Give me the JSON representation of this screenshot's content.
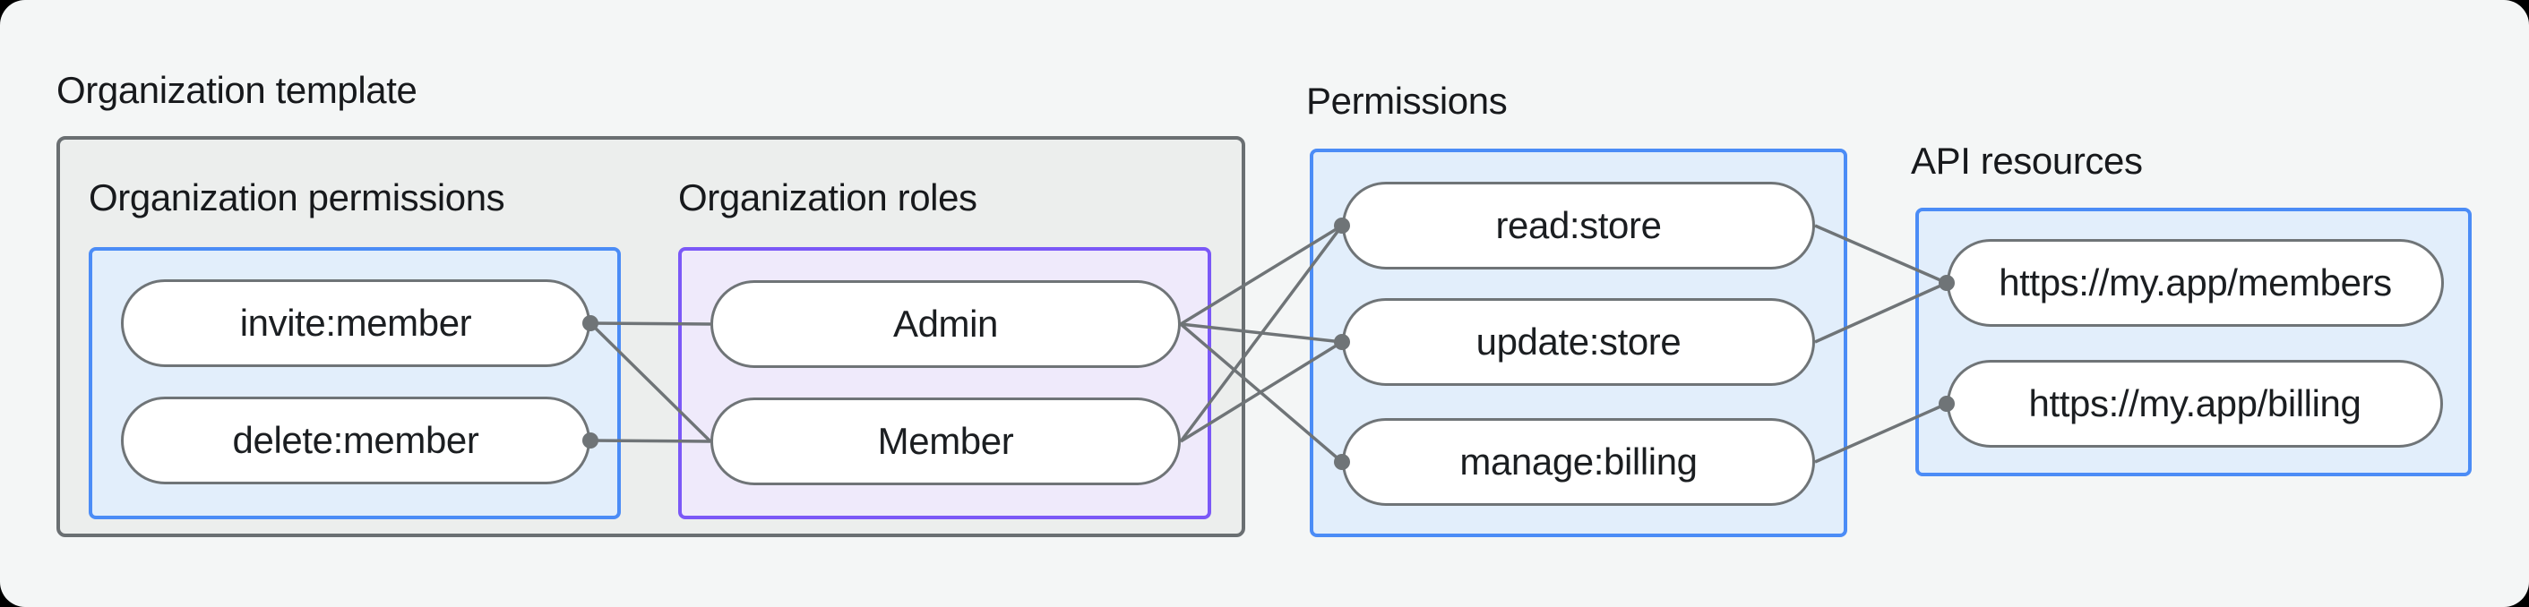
{
  "labels": {
    "org_template": "Organization template",
    "org_permissions": "Organization permissions",
    "org_roles": "Organization roles",
    "permissions": "Permissions",
    "api_resources": "API resources"
  },
  "nodes": {
    "invite": {
      "label": "invite:member",
      "group": "organization-permissions"
    },
    "delete": {
      "label": "delete:member",
      "group": "organization-permissions"
    },
    "admin": {
      "label": "Admin",
      "group": "organization-roles"
    },
    "member": {
      "label": "Member",
      "group": "organization-roles"
    },
    "read": {
      "label": "read:store",
      "group": "permissions"
    },
    "update": {
      "label": "update:store",
      "group": "permissions"
    },
    "manage": {
      "label": "manage:billing",
      "group": "permissions"
    },
    "members_api": {
      "label": "https://my.app/members",
      "group": "api-resources"
    },
    "billing_api": {
      "label": "https://my.app/billing",
      "group": "api-resources"
    }
  },
  "edges": [
    {
      "from": "invite",
      "to": "admin"
    },
    {
      "from": "invite",
      "to": "member"
    },
    {
      "from": "delete",
      "to": "member"
    },
    {
      "from": "admin",
      "to": "read"
    },
    {
      "from": "admin",
      "to": "update"
    },
    {
      "from": "admin",
      "to": "manage"
    },
    {
      "from": "member",
      "to": "read"
    },
    {
      "from": "member",
      "to": "update"
    },
    {
      "from": "read",
      "to": "members_api"
    },
    {
      "from": "update",
      "to": "members_api"
    },
    {
      "from": "manage",
      "to": "billing_api"
    }
  ],
  "dots": [
    {
      "node": "invite",
      "side": "right"
    },
    {
      "node": "delete",
      "side": "right"
    },
    {
      "node": "read",
      "side": "left"
    },
    {
      "node": "update",
      "side": "left"
    },
    {
      "node": "manage",
      "side": "left"
    },
    {
      "node": "members_api",
      "side": "left"
    },
    {
      "node": "billing_api",
      "side": "left"
    }
  ],
  "colors": {
    "panel_bg": "#F4F6F6",
    "outer_bg": "#000000",
    "gray_box_fill": "#ECEEED",
    "gray_box_border": "#6A6F72",
    "blue_box_fill": "#E2EEFB",
    "blue_box_border": "#4B8CF6",
    "purple_box_fill": "#EFEAFB",
    "purple_box_border": "#7B58F7",
    "pill_border": "#6F7477",
    "line": "#6F7477",
    "dot": "#6F7477",
    "text": "#17191C"
  },
  "edge_style": {
    "line_width": 3.5,
    "dot_radius": 9
  }
}
